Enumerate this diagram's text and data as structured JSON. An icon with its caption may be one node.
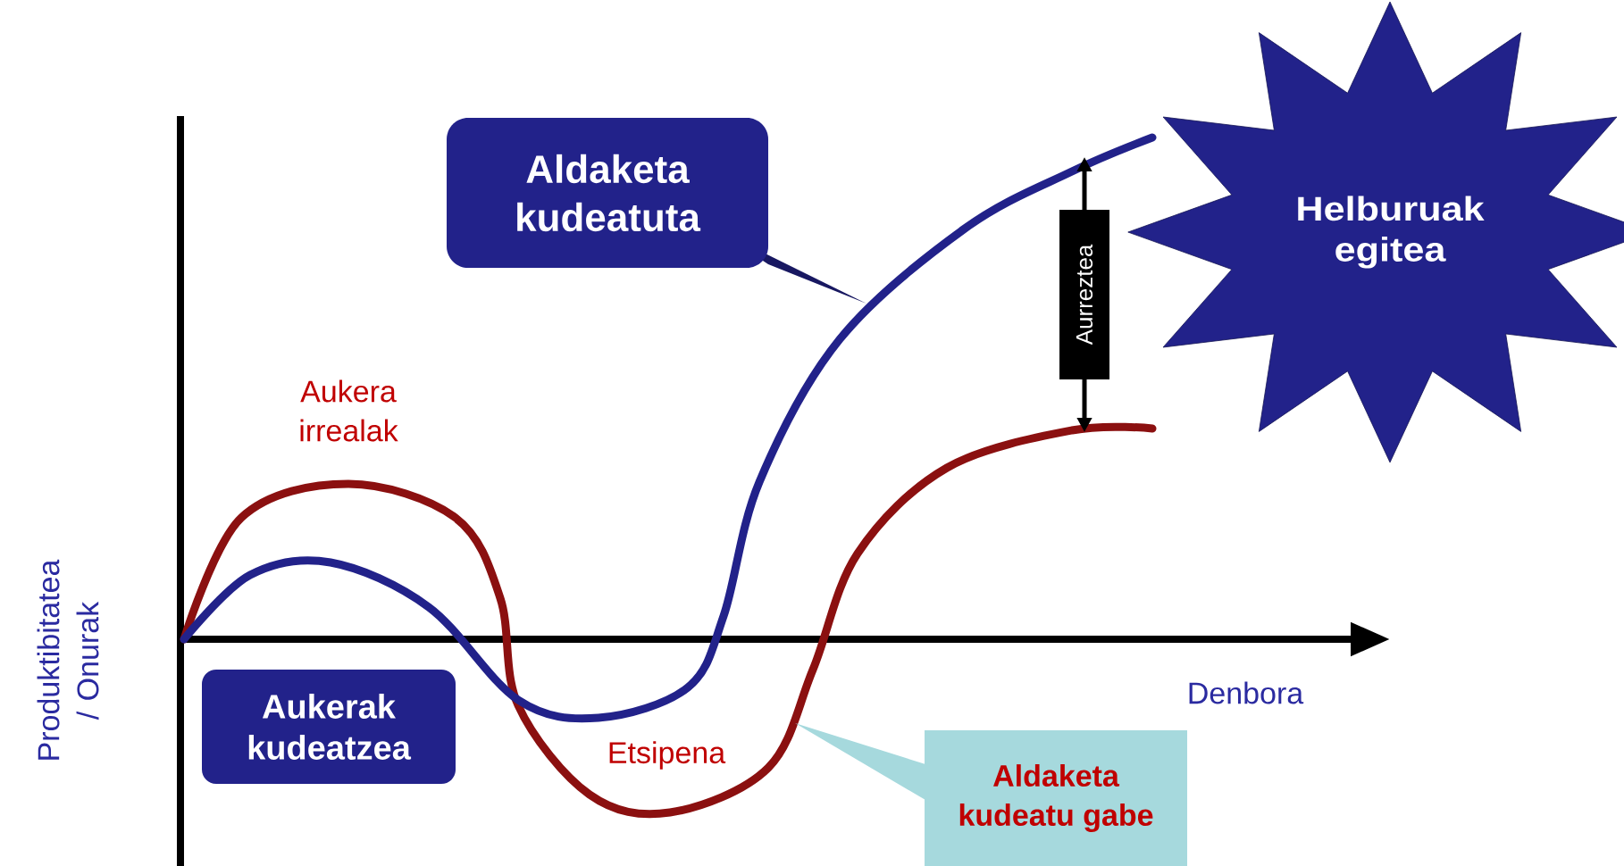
{
  "diagram": {
    "nodes": [
      {
        "text": [
          "Aldaketa kudeatuta"
        ]
      },
      {
        "text": [
          "Helburuak egitea"
        ]
      },
      {
        "text": [
          "Aukerak kudeatzea"
        ]
      },
      {
        "text": [
          "Aldaketa kudeatu gabe"
        ]
      }
    ],
    "labels": [
      "Aurreztea",
      "Aukera irrealak",
      "Etsipena",
      "Denbora",
      "Produktibitatea / Onurak"
    ]
  }
}
